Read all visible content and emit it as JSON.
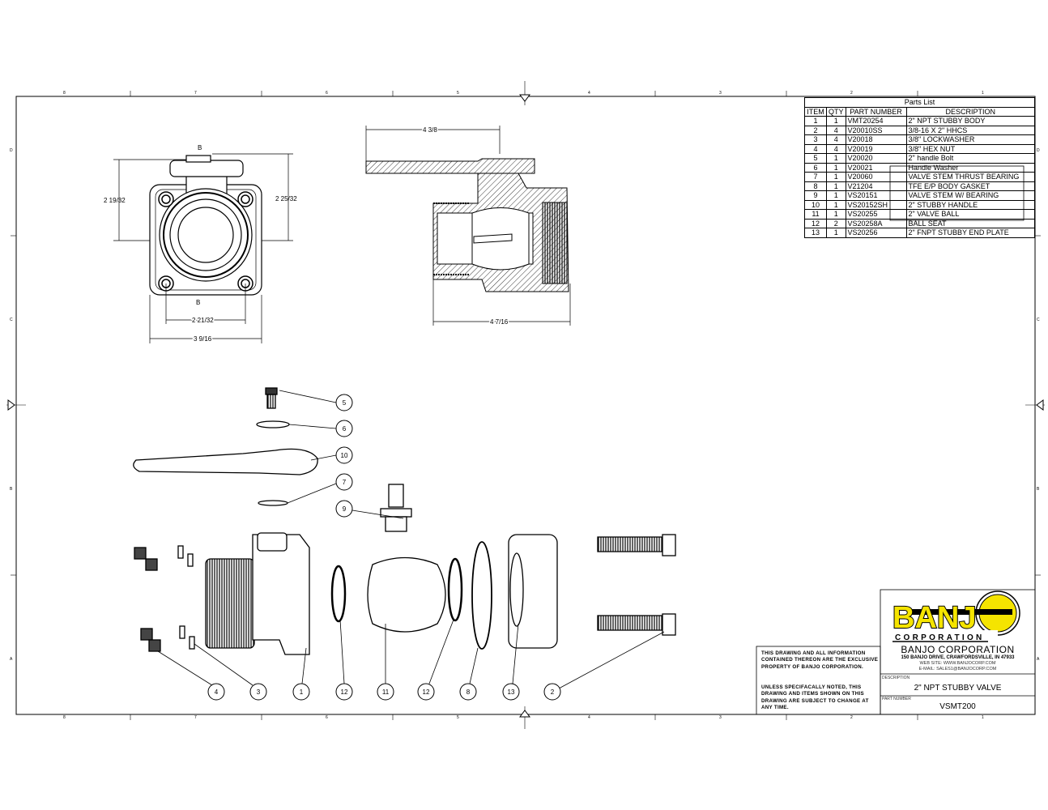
{
  "zone_columns": [
    "8",
    "7",
    "6",
    "5",
    "4",
    "3",
    "2",
    "1"
  ],
  "zone_rows": [
    "D",
    "C",
    "B",
    "A"
  ],
  "front_view": {
    "section_label_top": "B",
    "section_label_bottom": "B",
    "dim_height_left": "2 19/32",
    "dim_height_right": "2 25/32",
    "dim_bolt_spacing": "2 21/32",
    "dim_width": "3 9/16"
  },
  "section_view": {
    "dim_handle": "4 3/8",
    "dim_length": "4 7/16"
  },
  "parts_list": {
    "title": "Parts List",
    "headers": [
      "ITEM",
      "QTY",
      "PART NUMBER",
      "DESCRIPTION"
    ],
    "rows": [
      [
        "1",
        "1",
        "VMT20254",
        "2\" NPT STUBBY BODY"
      ],
      [
        "2",
        "4",
        "V20010SS",
        "3/8-16 X 2\" HHCS"
      ],
      [
        "3",
        "4",
        "V20018",
        "3/8\" LOCKWASHER"
      ],
      [
        "4",
        "4",
        "V20019",
        "3/8\" HEX NUT"
      ],
      [
        "5",
        "1",
        "V20020",
        "2\" handle Bolt"
      ],
      [
        "6",
        "1",
        "V20021",
        "Handle Washer"
      ],
      [
        "7",
        "1",
        "V20060",
        "VALVE STEM THRUST BEARING"
      ],
      [
        "8",
        "1",
        "V21204",
        "TFE E/P BODY GASKET"
      ],
      [
        "9",
        "1",
        "VS20151",
        "VALVE STEM W/ BEARING"
      ],
      [
        "10",
        "1",
        "VS20152SH",
        "2\" STUBBY HANDLE"
      ],
      [
        "11",
        "1",
        "VS20255",
        "2\" VALVE BALL"
      ],
      [
        "12",
        "2",
        "VS20258A",
        "BALL SEAT"
      ],
      [
        "13",
        "1",
        "VS20256",
        "2\" FNPT STUBBY END PLATE"
      ]
    ]
  },
  "balloons": {
    "side": [
      "5",
      "6",
      "10",
      "7",
      "9"
    ],
    "bottom": [
      "4",
      "3",
      "1",
      "12",
      "11",
      "12",
      "8",
      "13",
      "2"
    ]
  },
  "logo": {
    "brand": "BANJO",
    "sub": "CORPORATION",
    "colors": {
      "yellow": "#F5E400",
      "black": "#000000"
    }
  },
  "title_block": {
    "notes_1": "THIS DRAWING AND ALL INFORMATION CONTAINED THEREON ARE THE EXCLUSIVE PROPERTY OF BANJO CORPORATION.",
    "notes_2": "UNLESS SPECIFACALLY NOTED, THIS DRAWING AND ITEMS SHOWN ON THIS DRAWING ARE SUBJECT TO CHANGE AT ANY TIME.",
    "company": "BANJO CORPORATION",
    "address": "150 BANJO DRIVE, CRAWFORDSVILLE, IN 47933",
    "web": "WEB SITE: WWW.BANJOCORP.COM",
    "email": "E-MAIL: SALES1@BANJOCORP.COM",
    "description_label": "DESCRIPTION",
    "description": "2\" NPT STUBBY VALVE",
    "part_number_label": "PART NUMBER",
    "part_number": "VSMT200"
  }
}
